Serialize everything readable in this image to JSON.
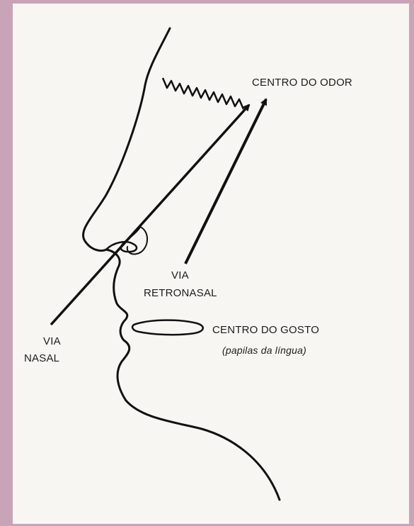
{
  "labels": {
    "odor_center": "CENTRO DO ODOR",
    "retronasal_line1": "VIA",
    "retronasal_line2": "RETRONASAL",
    "nasal_line1": "VIA",
    "nasal_line2": "NASAL",
    "taste_center": "CENTRO DO GOSTO",
    "taste_sub": "(papilas da língua)"
  },
  "colors": {
    "background": "#c9a3b7",
    "paper": "#f7f6f2",
    "ink": "#111111"
  }
}
